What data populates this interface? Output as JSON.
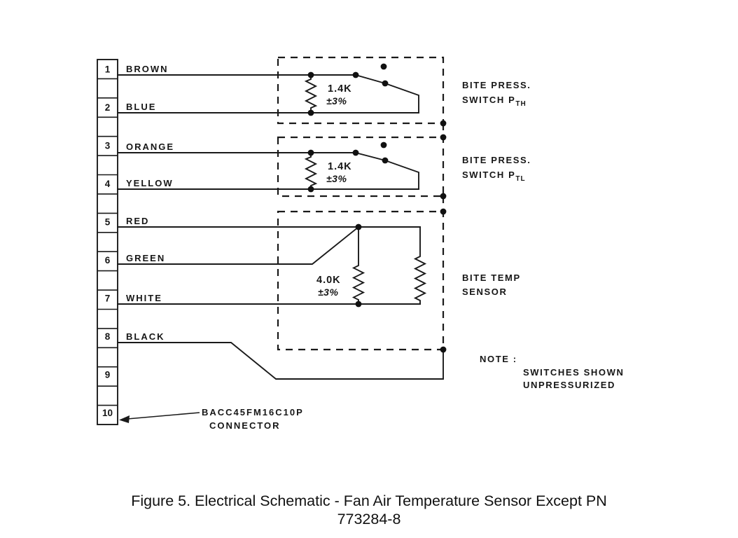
{
  "page": {
    "background": "#ffffff",
    "ink_color": "#1a1a1a"
  },
  "connector": {
    "part_number": "BACC45FM16C10P",
    "part_label": "CONNECTOR",
    "pins": [
      {
        "number": "1",
        "wire": "BROWN"
      },
      {
        "number": "2",
        "wire": "BLUE"
      },
      {
        "number": "3",
        "wire": "ORANGE"
      },
      {
        "number": "4",
        "wire": "YELLOW"
      },
      {
        "number": "5",
        "wire": "RED"
      },
      {
        "number": "6",
        "wire": "GREEN"
      },
      {
        "number": "7",
        "wire": "WHITE"
      },
      {
        "number": "8",
        "wire": "BLACK"
      },
      {
        "number": "9",
        "wire": ""
      },
      {
        "number": "10",
        "wire": ""
      }
    ]
  },
  "components": {
    "pth": {
      "name_line1": "BITE PRESS.",
      "name_line2": "SWITCH P",
      "name_sub": "TH",
      "resistor": "1.4K",
      "tolerance": "±3%"
    },
    "ptl": {
      "name_line1": "BITE PRESS.",
      "name_line2": "SWITCH P",
      "name_sub": "TL",
      "resistor": "1.4K",
      "tolerance": "±3%"
    },
    "temp_sensor": {
      "name_line1": "BITE TEMP",
      "name_line2": "SENSOR",
      "resistor": "4.0K",
      "tolerance": "±3%"
    }
  },
  "note": {
    "heading": "NOTE :",
    "line1": "SWITCHES SHOWN",
    "line2": "UNPRESSURIZED"
  },
  "caption": {
    "line1": "Figure 5.  Electrical Schematic - Fan Air Temperature Sensor Except PN",
    "line2": "773284-8"
  }
}
